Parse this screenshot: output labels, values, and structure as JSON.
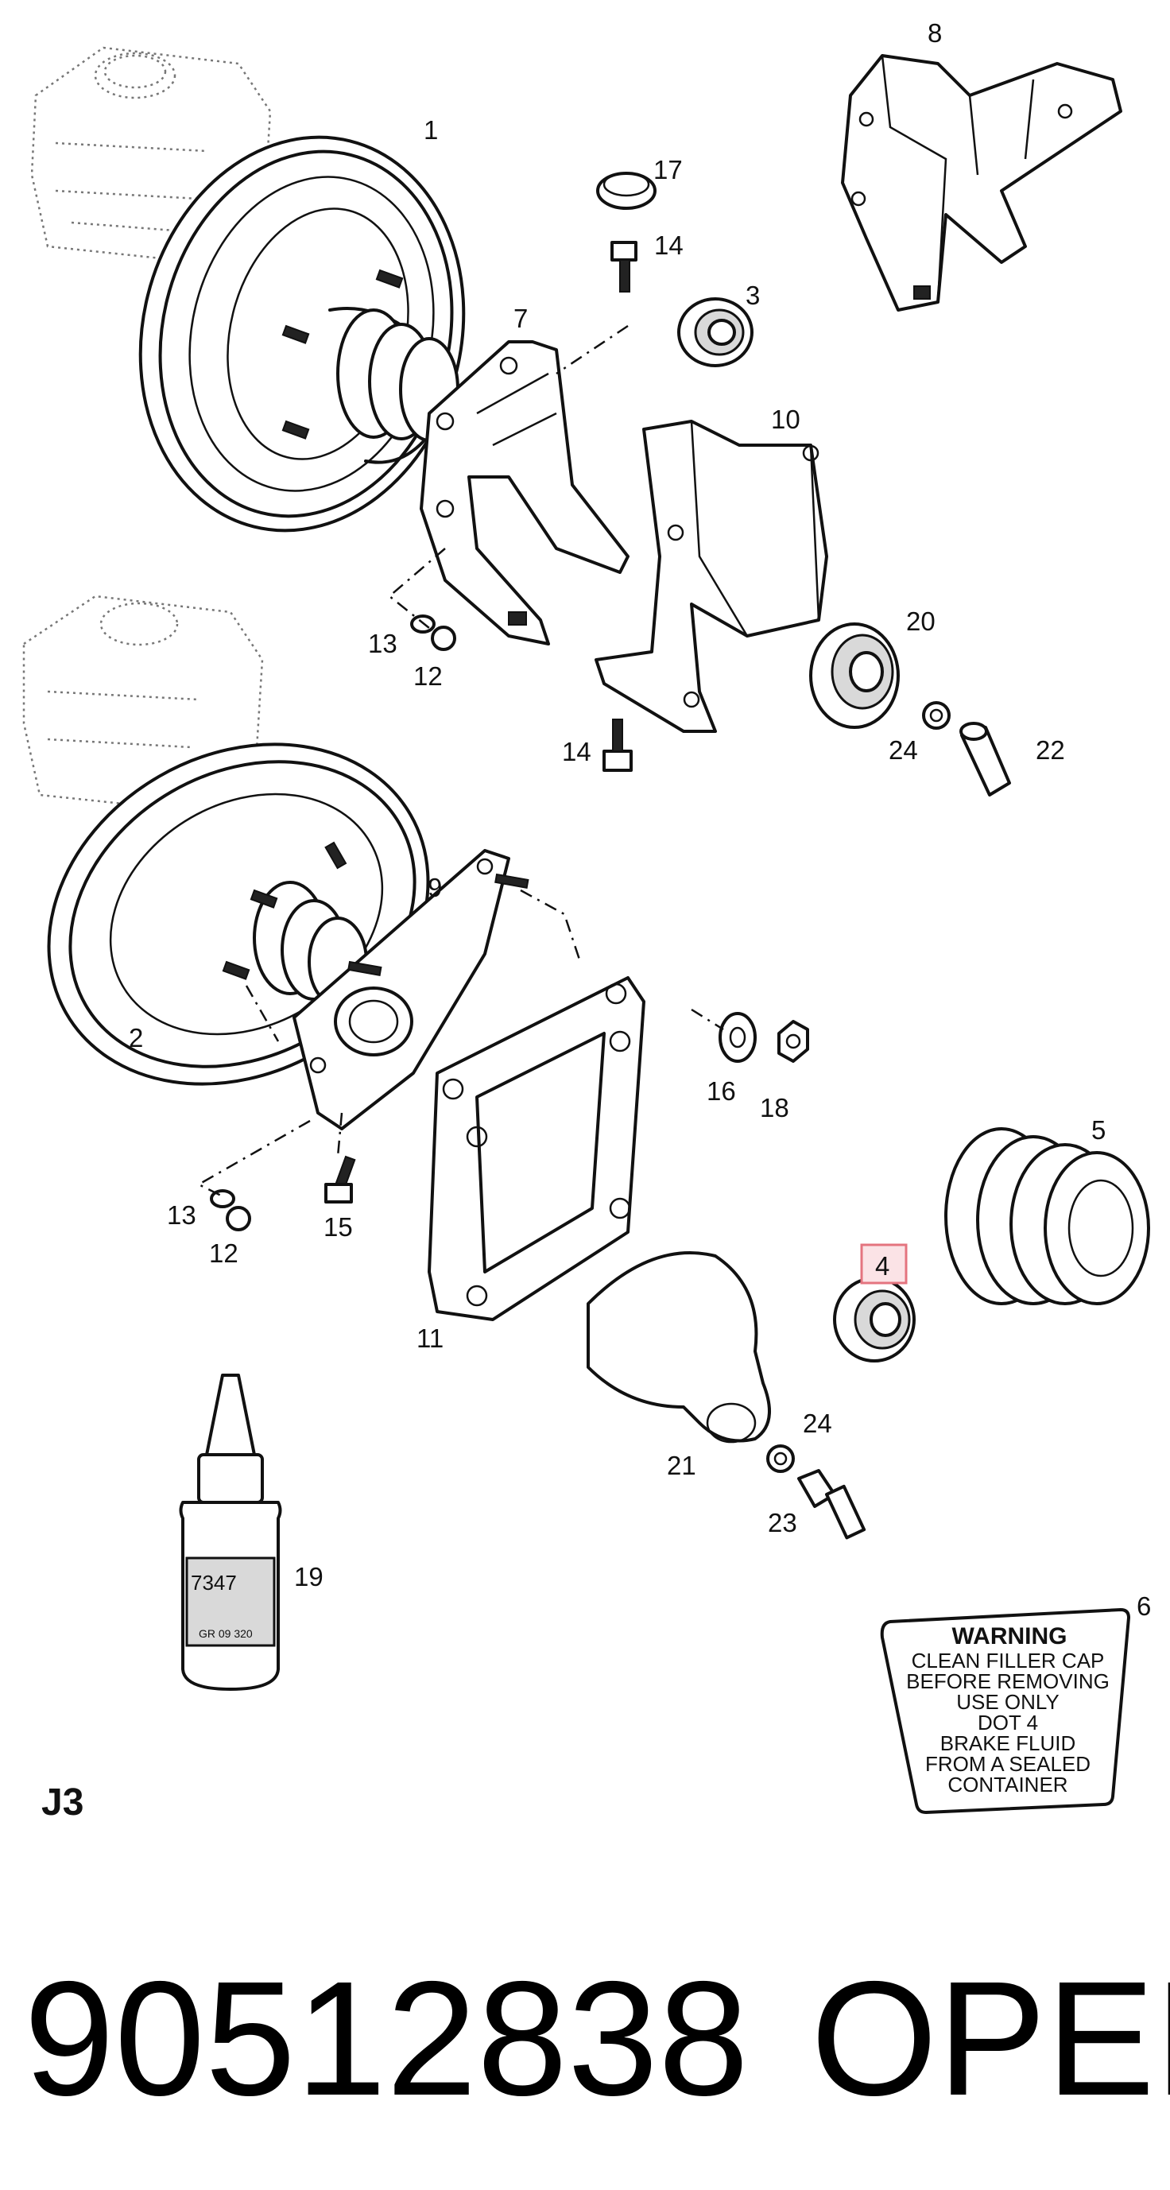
{
  "callouts": {
    "c1": "1",
    "c2": "2",
    "c3": "3",
    "c4": "4",
    "c5": "5",
    "c6": "6",
    "c7": "7",
    "c8": "8",
    "c9": "9",
    "c10": "10",
    "c11": "11",
    "c12a": "12",
    "c12b": "12",
    "c13a": "13",
    "c13b": "13",
    "c14a": "14",
    "c14b": "14",
    "c15": "15",
    "c16": "16",
    "c17": "17",
    "c18": "18",
    "c19": "19",
    "c20": "20",
    "c21": "21",
    "c22": "22",
    "c23": "23",
    "c24a": "24",
    "c24b": "24"
  },
  "highlight": {
    "part": "4",
    "color": "#e4747f"
  },
  "warning_label": {
    "title": "WARNING",
    "lines": [
      "CLEAN FILLER CAP",
      "BEFORE REMOVING",
      "USE ONLY",
      "DOT 4",
      "BRAKE FLUID",
      "FROM A SEALED",
      "CONTAINER"
    ]
  },
  "bottle": {
    "label_top": "7347",
    "label_bottom": "GR 09 320"
  },
  "page_code": "J3",
  "footer": {
    "part_number": "90512838",
    "brand": "OPEL"
  }
}
